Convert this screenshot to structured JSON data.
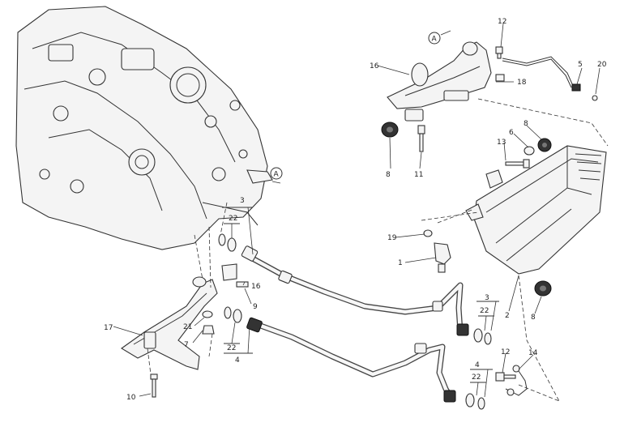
{
  "callouts": {
    "c1": "1",
    "c2": "2",
    "c3a": "3",
    "c3b": "3",
    "c4a": "4",
    "c4b": "4",
    "c5": "5",
    "c6": "6",
    "c7": "7",
    "c8a": "8",
    "c8b": "8",
    "c8c": "8",
    "c9": "9",
    "c10": "10",
    "c11": "11",
    "c12a": "12",
    "c12b": "12",
    "c13": "13",
    "c14": "14",
    "c16a": "16",
    "c16b": "16",
    "c17": "17",
    "c18": "18",
    "c19": "19",
    "c20": "20",
    "c21": "21",
    "c22a": "22",
    "c22b": "22",
    "c22c": "22",
    "c22d": "22"
  },
  "markers": {
    "a_top": "A",
    "a_engine": "A"
  },
  "colors": {
    "line": "#333333",
    "fill": "#f4f4f4",
    "dark": "#333333",
    "background": "#ffffff"
  }
}
